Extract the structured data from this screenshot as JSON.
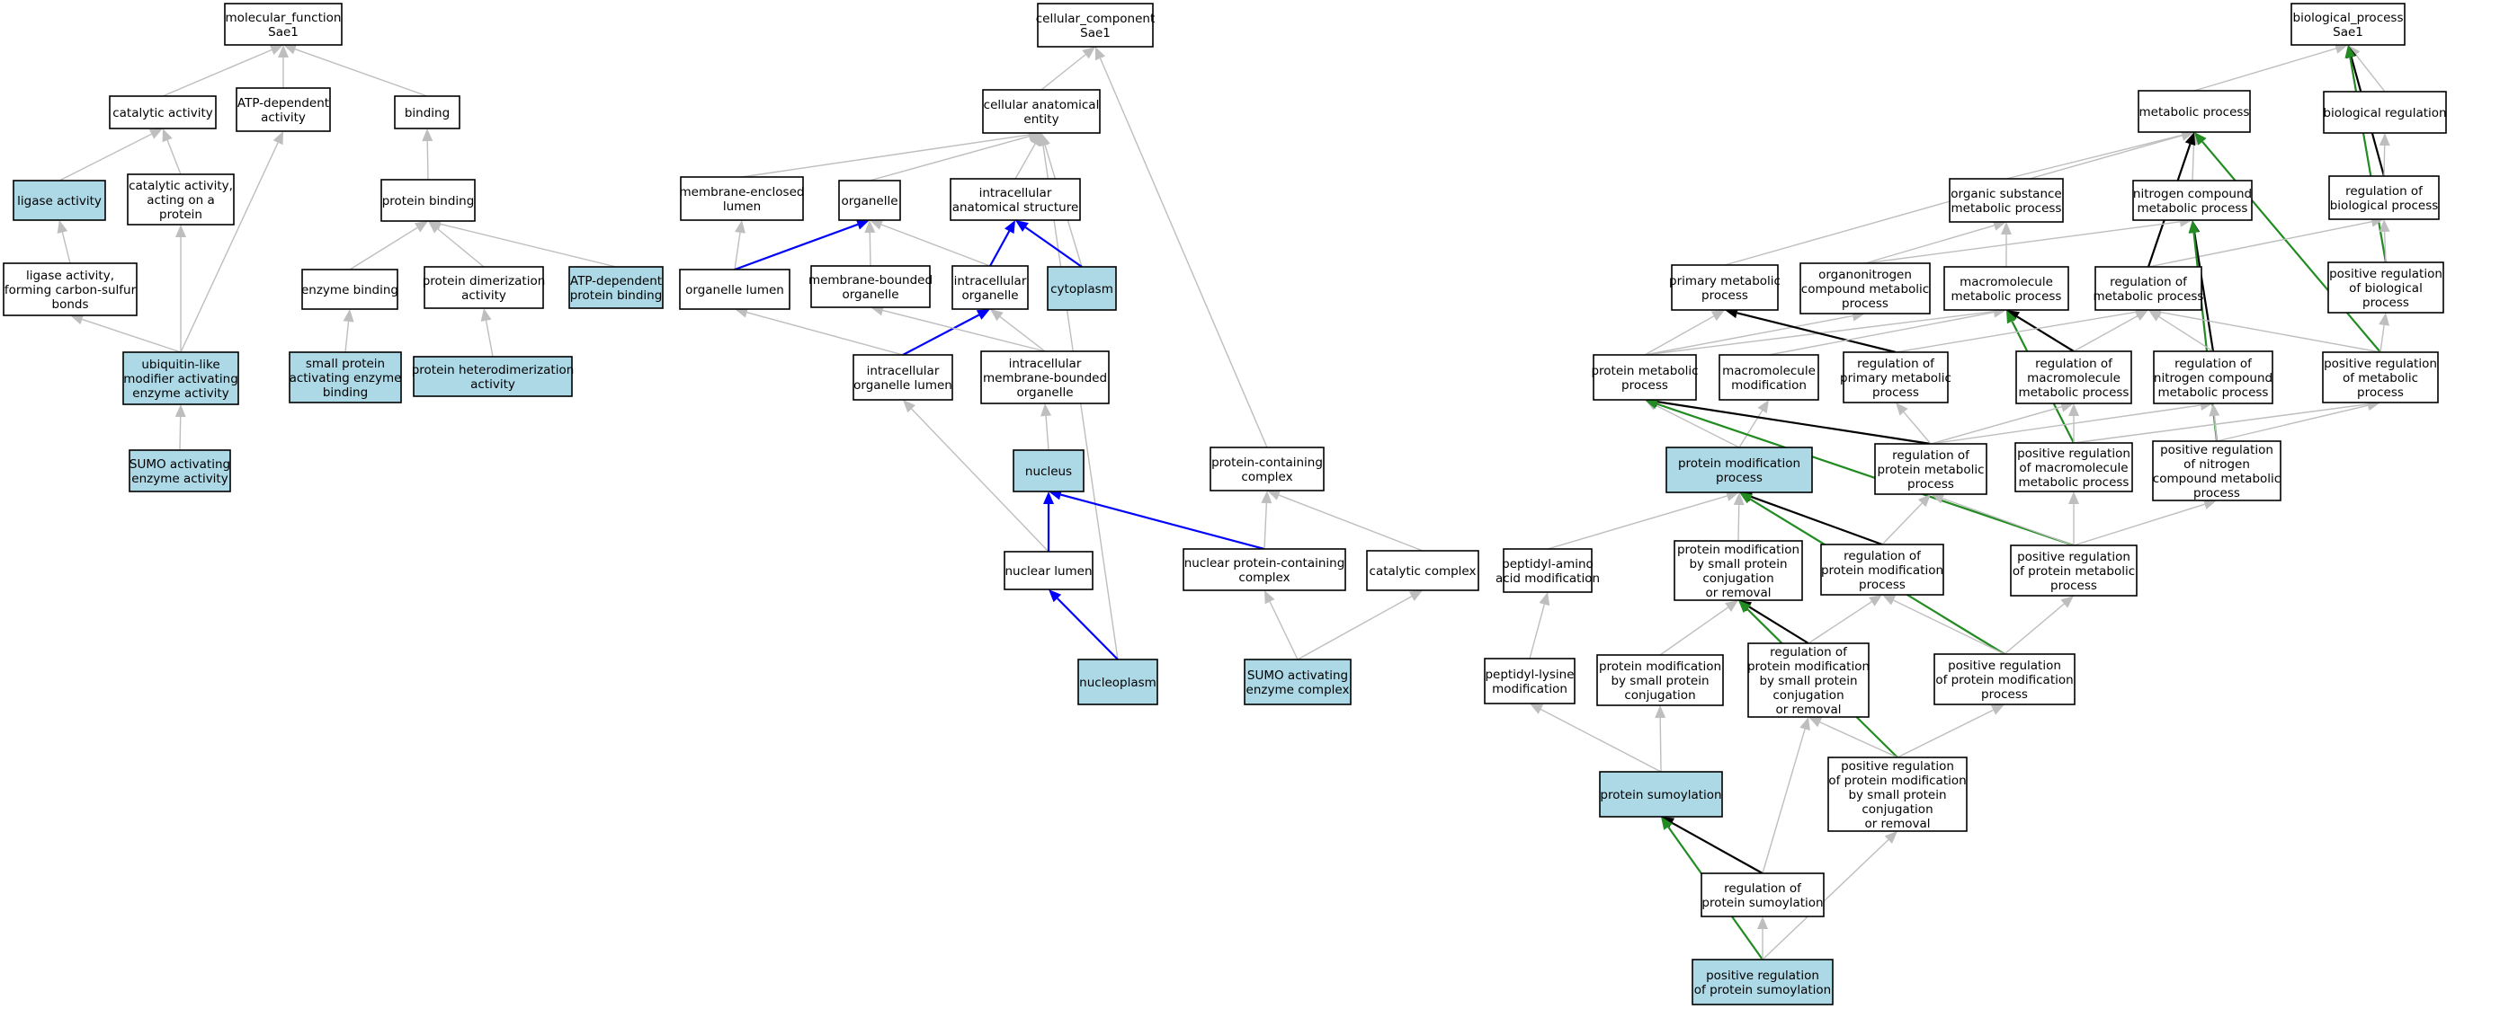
{
  "colors": {
    "annotated_fill": "#add8e6",
    "plain_fill": "#ffffff",
    "is_a_edge": "#bebebe",
    "part_of_edge": "#0000ff",
    "regulates_edge": "#000000",
    "positively_regulates_edge": "#228b22"
  },
  "nodes": [
    {
      "id": "mf_root",
      "label": [
        "molecular_function",
        "Sae1"
      ],
      "annotated": false
    },
    {
      "id": "catalytic",
      "label": [
        "catalytic activity"
      ],
      "annotated": false
    },
    {
      "id": "atp_dep",
      "label": [
        "ATP-dependent",
        "activity"
      ],
      "annotated": false
    },
    {
      "id": "binding",
      "label": [
        "binding"
      ],
      "annotated": false
    },
    {
      "id": "ligase",
      "label": [
        "ligase activity"
      ],
      "annotated": true
    },
    {
      "id": "cat_protein",
      "label": [
        "catalytic activity,",
        "acting on a",
        "protein"
      ],
      "annotated": false
    },
    {
      "id": "protein_binding",
      "label": [
        "protein binding"
      ],
      "annotated": false
    },
    {
      "id": "ligase_cs",
      "label": [
        "ligase activity,",
        "forming carbon-sulfur",
        "bonds"
      ],
      "annotated": false
    },
    {
      "id": "enzyme_binding",
      "label": [
        "enzyme binding"
      ],
      "annotated": false
    },
    {
      "id": "prot_dimer",
      "label": [
        "protein dimerization",
        "activity"
      ],
      "annotated": false
    },
    {
      "id": "atp_dep_pb",
      "label": [
        "ATP-dependent",
        "protein binding"
      ],
      "annotated": true
    },
    {
      "id": "ubl_act",
      "label": [
        "ubiquitin-like",
        "modifier activating",
        "enzyme activity"
      ],
      "annotated": true
    },
    {
      "id": "small_prot_act",
      "label": [
        "small protein",
        "activating enzyme",
        "binding"
      ],
      "annotated": true
    },
    {
      "id": "prot_hetero",
      "label": [
        "protein heterodimerization",
        "activity"
      ],
      "annotated": true
    },
    {
      "id": "sumo_act",
      "label": [
        "SUMO activating",
        "enzyme activity"
      ],
      "annotated": true
    },
    {
      "id": "cc_root",
      "label": [
        "cellular_component",
        "Sae1"
      ],
      "annotated": false
    },
    {
      "id": "cell_anat",
      "label": [
        "cellular anatomical",
        "entity"
      ],
      "annotated": false
    },
    {
      "id": "mem_lumen",
      "label": [
        "membrane-enclosed",
        "lumen"
      ],
      "annotated": false
    },
    {
      "id": "organelle",
      "label": [
        "organelle"
      ],
      "annotated": false
    },
    {
      "id": "intra_anat",
      "label": [
        "intracellular",
        "anatomical structure"
      ],
      "annotated": false
    },
    {
      "id": "org_lumen",
      "label": [
        "organelle lumen"
      ],
      "annotated": false
    },
    {
      "id": "mem_bound_org",
      "label": [
        "membrane-bounded",
        "organelle"
      ],
      "annotated": false
    },
    {
      "id": "intra_org",
      "label": [
        "intracellular",
        "organelle"
      ],
      "annotated": false
    },
    {
      "id": "cytoplasm",
      "label": [
        "cytoplasm"
      ],
      "annotated": true
    },
    {
      "id": "intra_org_lumen",
      "label": [
        "intracellular",
        "organelle lumen"
      ],
      "annotated": false
    },
    {
      "id": "intra_mem_org",
      "label": [
        "intracellular",
        "membrane-bounded",
        "organelle"
      ],
      "annotated": false
    },
    {
      "id": "nucleus",
      "label": [
        "nucleus"
      ],
      "annotated": true
    },
    {
      "id": "prot_complex",
      "label": [
        "protein-containing",
        "complex"
      ],
      "annotated": false
    },
    {
      "id": "nuc_lumen",
      "label": [
        "nuclear lumen"
      ],
      "annotated": false
    },
    {
      "id": "nuc_prot_complex",
      "label": [
        "nuclear protein-containing",
        "complex"
      ],
      "annotated": false
    },
    {
      "id": "cat_complex",
      "label": [
        "catalytic complex"
      ],
      "annotated": false
    },
    {
      "id": "nucleoplasm",
      "label": [
        "nucleoplasm"
      ],
      "annotated": true
    },
    {
      "id": "sumo_complex",
      "label": [
        "SUMO activating",
        "enzyme complex"
      ],
      "annotated": true
    },
    {
      "id": "bp_root",
      "label": [
        "biological_process",
        "Sae1"
      ],
      "annotated": false
    },
    {
      "id": "metab",
      "label": [
        "metabolic process"
      ],
      "annotated": false
    },
    {
      "id": "bio_reg",
      "label": [
        "biological regulation"
      ],
      "annotated": false
    },
    {
      "id": "org_sub_metab",
      "label": [
        "organic substance",
        "metabolic process"
      ],
      "annotated": false
    },
    {
      "id": "nitro_metab",
      "label": [
        "nitrogen compound",
        "metabolic process"
      ],
      "annotated": false
    },
    {
      "id": "reg_bio",
      "label": [
        "regulation of",
        "biological process"
      ],
      "annotated": false
    },
    {
      "id": "prim_metab",
      "label": [
        "primary metabolic",
        "process"
      ],
      "annotated": false
    },
    {
      "id": "organonitro",
      "label": [
        "organonitrogen",
        "compound metabolic",
        "process"
      ],
      "annotated": false
    },
    {
      "id": "macro_metab",
      "label": [
        "macromolecule",
        "metabolic process"
      ],
      "annotated": false
    },
    {
      "id": "reg_metab",
      "label": [
        "regulation of",
        "metabolic process"
      ],
      "annotated": false
    },
    {
      "id": "pos_reg_bio",
      "label": [
        "positive regulation",
        "of biological",
        "process"
      ],
      "annotated": false
    },
    {
      "id": "prot_metab",
      "label": [
        "protein metabolic",
        "process"
      ],
      "annotated": false
    },
    {
      "id": "macro_mod",
      "label": [
        "macromolecule",
        "modification"
      ],
      "annotated": false
    },
    {
      "id": "reg_prim_metab",
      "label": [
        "regulation of",
        "primary metabolic",
        "process"
      ],
      "annotated": false
    },
    {
      "id": "reg_macro_metab",
      "label": [
        "regulation of",
        "macromolecule",
        "metabolic process"
      ],
      "annotated": false
    },
    {
      "id": "reg_nitro_metab",
      "label": [
        "regulation of",
        "nitrogen compound",
        "metabolic process"
      ],
      "annotated": false
    },
    {
      "id": "pos_reg_metab",
      "label": [
        "positive regulation",
        "of metabolic",
        "process"
      ],
      "annotated": false
    },
    {
      "id": "prot_mod",
      "label": [
        "protein modification",
        "process"
      ],
      "annotated": true
    },
    {
      "id": "reg_prot_metab",
      "label": [
        "regulation of",
        "protein metabolic",
        "process"
      ],
      "annotated": false
    },
    {
      "id": "pos_reg_macro_metab",
      "label": [
        "positive regulation",
        "of macromolecule",
        "metabolic process"
      ],
      "annotated": false
    },
    {
      "id": "pos_reg_nitro_metab",
      "label": [
        "positive regulation",
        "of nitrogen",
        "compound metabolic",
        "process"
      ],
      "annotated": false
    },
    {
      "id": "peptidyl_amino",
      "label": [
        "peptidyl-amino",
        "acid modification"
      ],
      "annotated": false
    },
    {
      "id": "prot_mod_small",
      "label": [
        "protein modification",
        "by small protein",
        "conjugation",
        "or removal"
      ],
      "annotated": false
    },
    {
      "id": "reg_prot_mod",
      "label": [
        "regulation of",
        "protein modification",
        "process"
      ],
      "annotated": false
    },
    {
      "id": "pos_reg_prot_metab",
      "label": [
        "positive regulation",
        "of protein metabolic",
        "process"
      ],
      "annotated": false
    },
    {
      "id": "peptidyl_lys",
      "label": [
        "peptidyl-lysine",
        "modification"
      ],
      "annotated": false
    },
    {
      "id": "prot_mod_small_conj",
      "label": [
        "protein modification",
        "by small protein",
        "conjugation"
      ],
      "annotated": false
    },
    {
      "id": "reg_prot_mod_small",
      "label": [
        "regulation of",
        "protein modification",
        "by small protein",
        "conjugation",
        "or removal"
      ],
      "annotated": false
    },
    {
      "id": "pos_reg_prot_mod",
      "label": [
        "positive regulation",
        "of protein modification",
        "process"
      ],
      "annotated": false
    },
    {
      "id": "prot_sumo",
      "label": [
        "protein sumoylation"
      ],
      "annotated": true
    },
    {
      "id": "pos_reg_prot_mod_small",
      "label": [
        "positive regulation",
        "of protein modification",
        "by small protein",
        "conjugation",
        "or removal"
      ],
      "annotated": false
    },
    {
      "id": "reg_sumo",
      "label": [
        "regulation of",
        "protein sumoylation"
      ],
      "annotated": false
    },
    {
      "id": "pos_reg_sumo",
      "label": [
        "positive regulation",
        "of protein sumoylation"
      ],
      "annotated": true
    }
  ],
  "edges": [
    {
      "from": "catalytic",
      "to": "mf_root",
      "type": "is_a"
    },
    {
      "from": "atp_dep",
      "to": "mf_root",
      "type": "is_a"
    },
    {
      "from": "binding",
      "to": "mf_root",
      "type": "is_a"
    },
    {
      "from": "ligase",
      "to": "catalytic",
      "type": "is_a"
    },
    {
      "from": "cat_protein",
      "to": "catalytic",
      "type": "is_a"
    },
    {
      "from": "protein_binding",
      "to": "binding",
      "type": "is_a"
    },
    {
      "from": "ligase_cs",
      "to": "ligase",
      "type": "is_a"
    },
    {
      "from": "enzyme_binding",
      "to": "protein_binding",
      "type": "is_a"
    },
    {
      "from": "prot_dimer",
      "to": "protein_binding",
      "type": "is_a"
    },
    {
      "from": "atp_dep_pb",
      "to": "protein_binding",
      "type": "is_a"
    },
    {
      "from": "ubl_act",
      "to": "ligase_cs",
      "type": "is_a"
    },
    {
      "from": "ubl_act",
      "to": "cat_protein",
      "type": "is_a"
    },
    {
      "from": "ubl_act",
      "to": "atp_dep",
      "type": "is_a"
    },
    {
      "from": "small_prot_act",
      "to": "enzyme_binding",
      "type": "is_a"
    },
    {
      "from": "prot_hetero",
      "to": "prot_dimer",
      "type": "is_a"
    },
    {
      "from": "sumo_act",
      "to": "ubl_act",
      "type": "is_a"
    },
    {
      "from": "cell_anat",
      "to": "cc_root",
      "type": "is_a"
    },
    {
      "from": "prot_complex",
      "to": "cc_root",
      "type": "is_a"
    },
    {
      "from": "mem_lumen",
      "to": "cell_anat",
      "type": "is_a"
    },
    {
      "from": "organelle",
      "to": "cell_anat",
      "type": "is_a"
    },
    {
      "from": "intra_anat",
      "to": "cell_anat",
      "type": "is_a"
    },
    {
      "from": "cytoplasm",
      "to": "cell_anat",
      "type": "is_a"
    },
    {
      "from": "nucleoplasm",
      "to": "cell_anat",
      "type": "is_a"
    },
    {
      "from": "org_lumen",
      "to": "mem_lumen",
      "type": "is_a"
    },
    {
      "from": "org_lumen",
      "to": "organelle",
      "type": "part_of"
    },
    {
      "from": "mem_bound_org",
      "to": "organelle",
      "type": "is_a"
    },
    {
      "from": "intra_org",
      "to": "organelle",
      "type": "is_a"
    },
    {
      "from": "intra_org",
      "to": "intra_anat",
      "type": "part_of"
    },
    {
      "from": "cytoplasm",
      "to": "intra_anat",
      "type": "part_of"
    },
    {
      "from": "intra_org_lumen",
      "to": "org_lumen",
      "type": "is_a"
    },
    {
      "from": "intra_org_lumen",
      "to": "intra_org",
      "type": "part_of"
    },
    {
      "from": "intra_mem_org",
      "to": "mem_bound_org",
      "type": "is_a"
    },
    {
      "from": "intra_mem_org",
      "to": "intra_org",
      "type": "is_a"
    },
    {
      "from": "nucleus",
      "to": "intra_mem_org",
      "type": "is_a"
    },
    {
      "from": "nuc_lumen",
      "to": "intra_org_lumen",
      "type": "is_a"
    },
    {
      "from": "nuc_lumen",
      "to": "nucleus",
      "type": "part_of"
    },
    {
      "from": "nuc_prot_complex",
      "to": "nucleus",
      "type": "part_of"
    },
    {
      "from": "nuc_prot_complex",
      "to": "prot_complex",
      "type": "is_a"
    },
    {
      "from": "cat_complex",
      "to": "prot_complex",
      "type": "is_a"
    },
    {
      "from": "nucleoplasm",
      "to": "nuc_lumen",
      "type": "part_of"
    },
    {
      "from": "sumo_complex",
      "to": "nuc_prot_complex",
      "type": "is_a"
    },
    {
      "from": "sumo_complex",
      "to": "cat_complex",
      "type": "is_a"
    },
    {
      "from": "metab",
      "to": "bp_root",
      "type": "is_a"
    },
    {
      "from": "bio_reg",
      "to": "bp_root",
      "type": "is_a"
    },
    {
      "from": "reg_bio",
      "to": "bp_root",
      "type": "regulates"
    },
    {
      "from": "pos_reg_bio",
      "to": "bp_root",
      "type": "positively_regulates"
    },
    {
      "from": "org_sub_metab",
      "to": "metab",
      "type": "is_a"
    },
    {
      "from": "nitro_metab",
      "to": "metab",
      "type": "is_a"
    },
    {
      "from": "prim_metab",
      "to": "metab",
      "type": "is_a"
    },
    {
      "from": "reg_metab",
      "to": "metab",
      "type": "regulates"
    },
    {
      "from": "pos_reg_metab",
      "to": "metab",
      "type": "positively_regulates"
    },
    {
      "from": "reg_bio",
      "to": "bio_reg",
      "type": "is_a"
    },
    {
      "from": "pos_reg_bio",
      "to": "reg_bio",
      "type": "is_a"
    },
    {
      "from": "reg_metab",
      "to": "reg_bio",
      "type": "is_a"
    },
    {
      "from": "organonitro",
      "to": "org_sub_metab",
      "type": "is_a"
    },
    {
      "from": "organonitro",
      "to": "nitro_metab",
      "type": "is_a"
    },
    {
      "from": "macro_metab",
      "to": "org_sub_metab",
      "type": "is_a"
    },
    {
      "from": "reg_nitro_metab",
      "to": "nitro_metab",
      "type": "regulates"
    },
    {
      "from": "pos_reg_nitro_metab",
      "to": "nitro_metab",
      "type": "positively_regulates"
    },
    {
      "from": "prot_metab",
      "to": "prim_metab",
      "type": "is_a"
    },
    {
      "from": "prot_metab",
      "to": "macro_metab",
      "type": "is_a"
    },
    {
      "from": "prot_metab",
      "to": "organonitro",
      "type": "is_a"
    },
    {
      "from": "reg_prim_metab",
      "to": "prim_metab",
      "type": "regulates"
    },
    {
      "from": "reg_macro_metab",
      "to": "macro_metab",
      "type": "regulates"
    },
    {
      "from": "pos_reg_macro_metab",
      "to": "macro_metab",
      "type": "positively_regulates"
    },
    {
      "from": "macro_mod",
      "to": "macro_metab",
      "type": "is_a"
    },
    {
      "from": "reg_prim_metab",
      "to": "reg_metab",
      "type": "is_a"
    },
    {
      "from": "reg_macro_metab",
      "to": "reg_metab",
      "type": "is_a"
    },
    {
      "from": "reg_nitro_metab",
      "to": "reg_metab",
      "type": "is_a"
    },
    {
      "from": "pos_reg_metab",
      "to": "reg_metab",
      "type": "is_a"
    },
    {
      "from": "pos_reg_metab",
      "to": "pos_reg_bio",
      "type": "is_a"
    },
    {
      "from": "prot_mod",
      "to": "prot_metab",
      "type": "is_a"
    },
    {
      "from": "prot_mod",
      "to": "macro_mod",
      "type": "is_a"
    },
    {
      "from": "reg_prot_metab",
      "to": "prot_metab",
      "type": "regulates"
    },
    {
      "from": "pos_reg_prot_metab",
      "to": "prot_metab",
      "type": "positively_regulates"
    },
    {
      "from": "reg_prot_metab",
      "to": "reg_prim_metab",
      "type": "is_a"
    },
    {
      "from": "reg_prot_metab",
      "to": "reg_macro_metab",
      "type": "is_a"
    },
    {
      "from": "reg_prot_metab",
      "to": "reg_nitro_metab",
      "type": "is_a"
    },
    {
      "from": "pos_reg_macro_metab",
      "to": "reg_macro_metab",
      "type": "is_a"
    },
    {
      "from": "pos_reg_macro_metab",
      "to": "pos_reg_metab",
      "type": "is_a"
    },
    {
      "from": "pos_reg_nitro_metab",
      "to": "reg_nitro_metab",
      "type": "is_a"
    },
    {
      "from": "pos_reg_nitro_metab",
      "to": "pos_reg_metab",
      "type": "is_a"
    },
    {
      "from": "peptidyl_amino",
      "to": "prot_mod",
      "type": "is_a"
    },
    {
      "from": "prot_mod_small",
      "to": "prot_mod",
      "type": "is_a"
    },
    {
      "from": "reg_prot_mod",
      "to": "prot_mod",
      "type": "regulates"
    },
    {
      "from": "pos_reg_prot_mod",
      "to": "prot_mod",
      "type": "positively_regulates"
    },
    {
      "from": "reg_prot_mod",
      "to": "reg_prot_metab",
      "type": "is_a"
    },
    {
      "from": "pos_reg_prot_metab",
      "to": "reg_prot_metab",
      "type": "is_a"
    },
    {
      "from": "pos_reg_prot_metab",
      "to": "pos_reg_macro_metab",
      "type": "is_a"
    },
    {
      "from": "pos_reg_prot_metab",
      "to": "pos_reg_nitro_metab",
      "type": "is_a"
    },
    {
      "from": "peptidyl_lys",
      "to": "peptidyl_amino",
      "type": "is_a"
    },
    {
      "from": "prot_mod_small_conj",
      "to": "prot_mod_small",
      "type": "is_a"
    },
    {
      "from": "reg_prot_mod_small",
      "to": "prot_mod_small",
      "type": "regulates"
    },
    {
      "from": "pos_reg_prot_mod_small",
      "to": "prot_mod_small",
      "type": "positively_regulates"
    },
    {
      "from": "reg_prot_mod_small",
      "to": "reg_prot_mod",
      "type": "is_a"
    },
    {
      "from": "pos_reg_prot_mod",
      "to": "reg_prot_mod",
      "type": "is_a"
    },
    {
      "from": "pos_reg_prot_mod",
      "to": "pos_reg_prot_metab",
      "type": "is_a"
    },
    {
      "from": "prot_sumo",
      "to": "peptidyl_lys",
      "type": "is_a"
    },
    {
      "from": "prot_sumo",
      "to": "prot_mod_small_conj",
      "type": "is_a"
    },
    {
      "from": "pos_reg_prot_mod_small",
      "to": "reg_prot_mod_small",
      "type": "is_a"
    },
    {
      "from": "pos_reg_prot_mod_small",
      "to": "pos_reg_prot_mod",
      "type": "is_a"
    },
    {
      "from": "reg_sumo",
      "to": "prot_sumo",
      "type": "regulates"
    },
    {
      "from": "reg_sumo",
      "to": "reg_prot_mod_small",
      "type": "is_a"
    },
    {
      "from": "pos_reg_sumo",
      "to": "prot_sumo",
      "type": "positively_regulates"
    },
    {
      "from": "pos_reg_sumo",
      "to": "reg_sumo",
      "type": "is_a"
    },
    {
      "from": "pos_reg_sumo",
      "to": "pos_reg_prot_mod_small",
      "type": "is_a"
    }
  ]
}
